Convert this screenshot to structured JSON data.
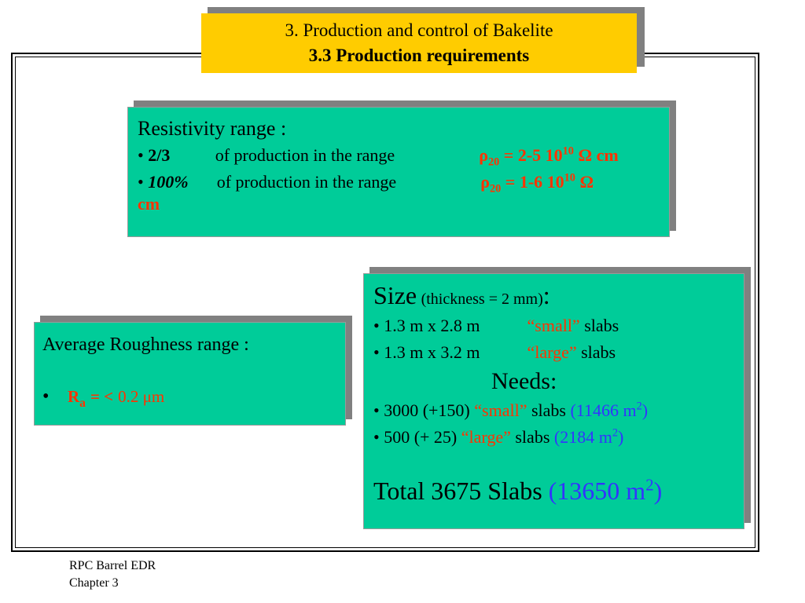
{
  "title": {
    "line1": "3. Production and control of  Bakelite",
    "line2": "3.3 Production requirements"
  },
  "resistivity": {
    "heading": "Resistivity range  :",
    "row1": {
      "bullet": "•",
      "fraction": "2/3",
      "text": "of production in the range",
      "rho": "ρ",
      "sub": "20",
      "value": "= 2-5 10",
      "exp": "10",
      "unit": "Ω cm"
    },
    "row2": {
      "bullet": "•",
      "fraction": "100%",
      "text": "of production in the range",
      "rho": "ρ",
      "sub": "20",
      "value": "= 1-6 10",
      "exp": "10",
      "unit": "Ω",
      "unit2": "cm"
    }
  },
  "roughness": {
    "heading": "Average Roughness range :",
    "bullet": "•",
    "symbol": "R",
    "sub": "a",
    "operator": "= <",
    "value": "0.2 μm"
  },
  "size": {
    "heading": "Size",
    "thickness": "(thickness = 2 mm)",
    "colon": ":",
    "slabs": [
      {
        "dims": "• 1.3 m x 2.8 m",
        "type": "“small”",
        "suffix": "slabs"
      },
      {
        "dims": "• 1.3 m x 3.2 m",
        "type": "“large”",
        "suffix": "slabs"
      }
    ],
    "needs_label": "Needs:",
    "needs": [
      {
        "count": "• 3000 (+150)",
        "type": "“small”",
        "suffix": "slabs",
        "area": "(11466 m",
        "exp": "2",
        "close": ")"
      },
      {
        "count": "•   500 (+  25)",
        "type": "“large”",
        "suffix": "slabs",
        "area": "(2184 m",
        "exp": "2",
        "close": ")"
      }
    ],
    "total": {
      "text": "Total 3675 Slabs",
      "area": "(13650 m",
      "exp": "2",
      "close": ")"
    }
  },
  "footer": {
    "line1": "RPC Barrel EDR",
    "line2": "Chapter 3"
  }
}
